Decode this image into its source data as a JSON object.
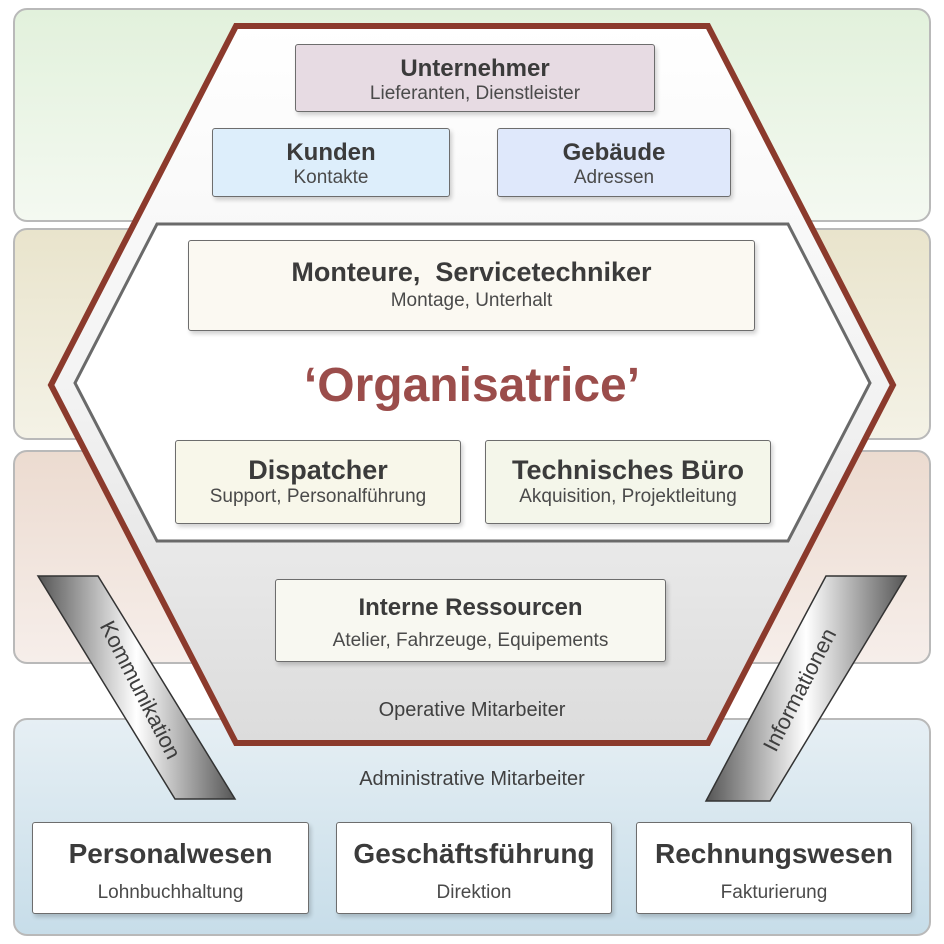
{
  "title": "‘Organisatrice’",
  "boxes": {
    "unternehmer": {
      "title": "Unternehmer",
      "subtitle": "Lieferanten, Dienstleister"
    },
    "kunden": {
      "title": "Kunden",
      "subtitle": "Kontakte"
    },
    "gebaeude": {
      "title": "Gebäude",
      "subtitle": "Adressen"
    },
    "monteure": {
      "title": "Monteure,  Servicetechniker",
      "subtitle": "Montage, Unterhalt"
    },
    "dispatcher": {
      "title": "Dispatcher",
      "subtitle": "Support, Personalführung"
    },
    "technisch": {
      "title": "Technisches Büro",
      "subtitle": "Akquisition, Projektleitung"
    },
    "interne": {
      "title": "Interne Ressourcen",
      "subtitle": "Atelier, Fahrzeuge, Equipements"
    },
    "personalwesen": {
      "title": "Personalwesen",
      "subtitle": "Lohnbuchhaltung"
    },
    "geschaeftsfuehrung": {
      "title": "Geschäftsführung",
      "subtitle": "Direktion"
    },
    "rechnungswesen": {
      "title": "Rechnungswesen",
      "subtitle": "Fakturierung"
    }
  },
  "labels": {
    "operative": "Operative Mitarbeiter",
    "administrative": "Administrative Mitarbeiter",
    "kommunikation": "Kommunikation",
    "informationen": "Informationen"
  },
  "colors": {
    "hexagon_outline": "#8b3a2c",
    "title": "#9b4d4b"
  }
}
